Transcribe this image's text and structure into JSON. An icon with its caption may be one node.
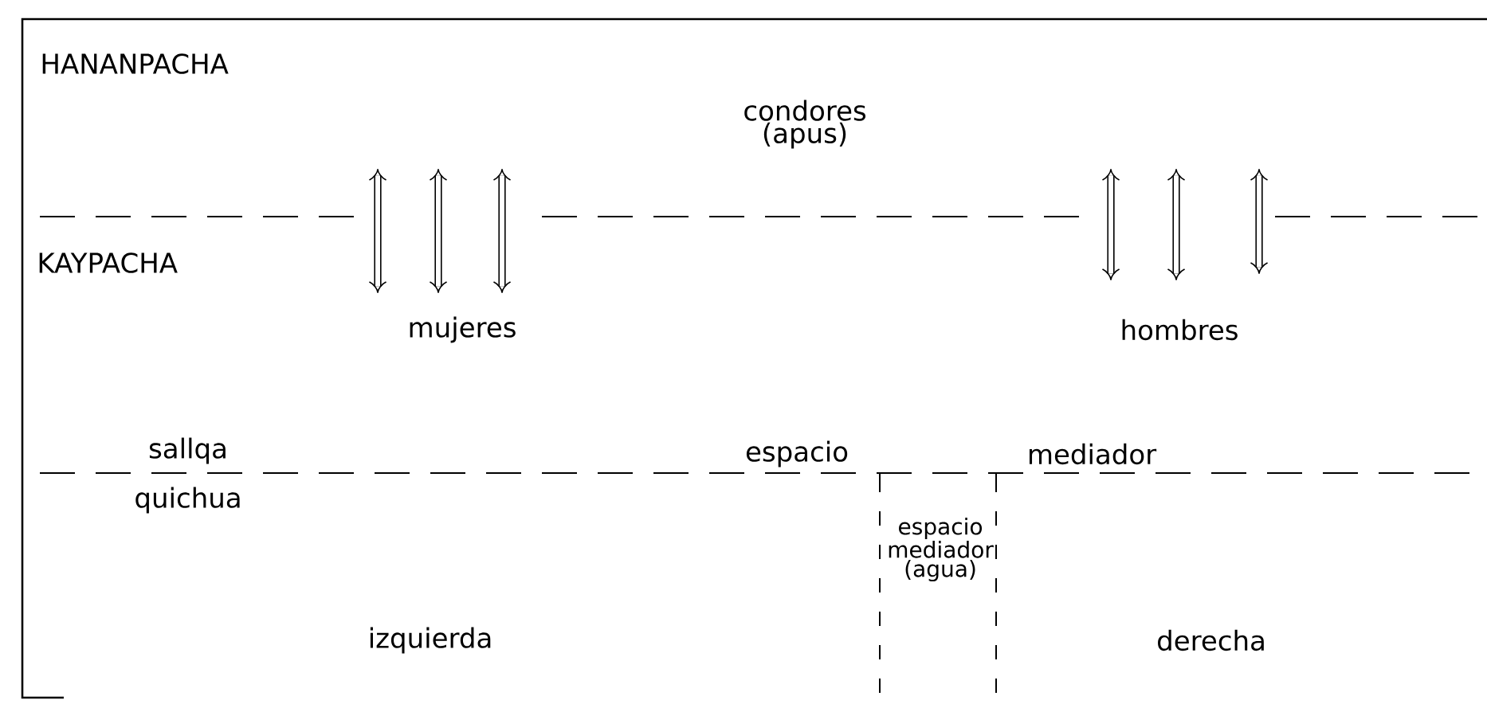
{
  "diagram": {
    "labels": [
      "HANANPACHA",
      "condores (apus)",
      "KAYPACHA",
      "mujeres",
      "hombres",
      "sallqa",
      "quichua",
      "espacio",
      "mediador",
      "espacio mediador (agua)",
      "izquierda",
      "derecha"
    ]
  }
}
